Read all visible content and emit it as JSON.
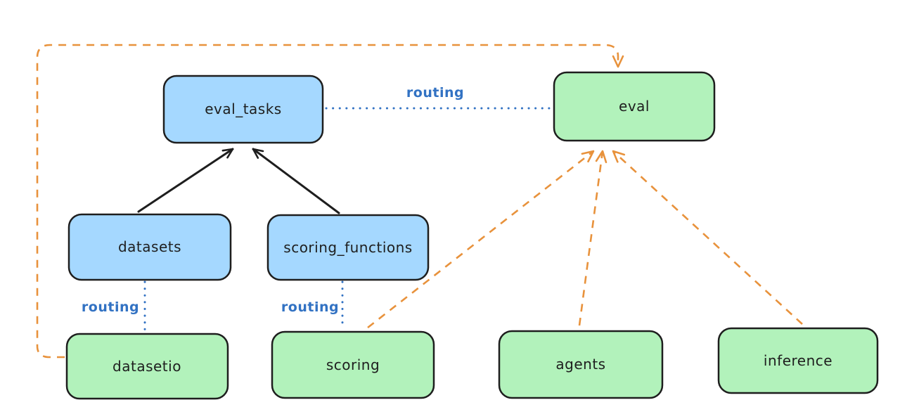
{
  "diagram": {
    "nodes": {
      "eval_tasks": {
        "label": "eval_tasks",
        "fill_role": "blue"
      },
      "eval": {
        "label": "eval",
        "fill_role": "green"
      },
      "datasets": {
        "label": "datasets",
        "fill_role": "blue"
      },
      "scoring_functions": {
        "label": "scoring_functions",
        "fill_role": "blue"
      },
      "datasetio": {
        "label": "datasetio",
        "fill_role": "green"
      },
      "scoring": {
        "label": "scoring",
        "fill_role": "green"
      },
      "agents": {
        "label": "agents",
        "fill_role": "green"
      },
      "inference": {
        "label": "inference",
        "fill_role": "green"
      }
    },
    "routing_labels": {
      "eval_tasks_eval": "routing",
      "datasets_datasetio": "routing",
      "scoring_functions_scoring": "routing"
    },
    "edges": [
      {
        "from": "datasets",
        "to": "eval_tasks",
        "style": "solid",
        "color_role": "black"
      },
      {
        "from": "scoring_functions",
        "to": "eval_tasks",
        "style": "solid",
        "color_role": "black"
      },
      {
        "from": "eval_tasks",
        "to": "eval",
        "style": "dotted",
        "color_role": "blue",
        "label": "routing"
      },
      {
        "from": "datasets",
        "to": "datasetio",
        "style": "dotted",
        "color_role": "blue",
        "label": "routing"
      },
      {
        "from": "scoring_functions",
        "to": "scoring",
        "style": "dotted",
        "color_role": "blue",
        "label": "routing"
      },
      {
        "from": "datasetio",
        "to": "eval",
        "style": "dashed",
        "color_role": "orange"
      },
      {
        "from": "scoring",
        "to": "eval",
        "style": "dashed",
        "color_role": "orange"
      },
      {
        "from": "agents",
        "to": "eval",
        "style": "dashed",
        "color_role": "orange"
      },
      {
        "from": "inference",
        "to": "eval",
        "style": "dashed",
        "color_role": "orange"
      }
    ],
    "colors": {
      "blue_fill": "#a5d8ff",
      "green_fill": "#b2f2bb",
      "outline": "#1e1e1e",
      "arrow_black": "#1e1e1e",
      "arrow_orange": "#e8923c",
      "routing_blue": "#3272c3",
      "background": "#ffffff"
    }
  }
}
